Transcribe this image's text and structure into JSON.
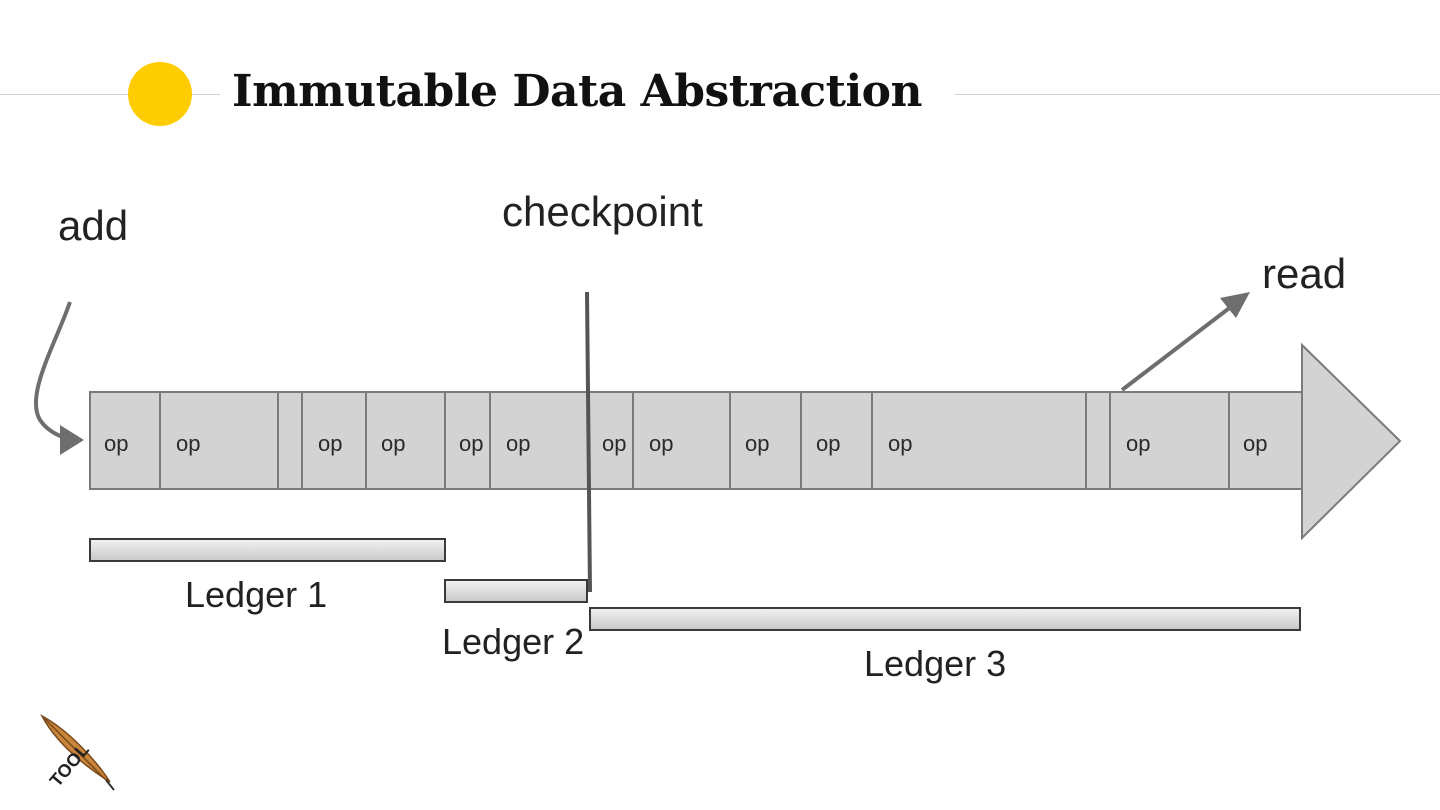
{
  "slide": {
    "title": "Immutable Data Abstraction"
  },
  "diagram": {
    "labels": {
      "add": "add",
      "checkpoint": "checkpoint",
      "read": "read"
    },
    "ops": [
      "op",
      "op",
      "op",
      "op",
      "op",
      "op",
      "op",
      "op",
      "op",
      "op",
      "op",
      "op",
      "op"
    ],
    "ledgers": [
      "Ledger 1",
      "Ledger 2",
      "Ledger 3"
    ]
  },
  "logo": {
    "text": "TOOL",
    "icon": "feather-quill-icon"
  },
  "colors": {
    "accent": "#ffcc00",
    "log_fill": "#d3d3d3",
    "log_stroke": "#7a7a7a",
    "arrow": "#6e6e6e"
  }
}
